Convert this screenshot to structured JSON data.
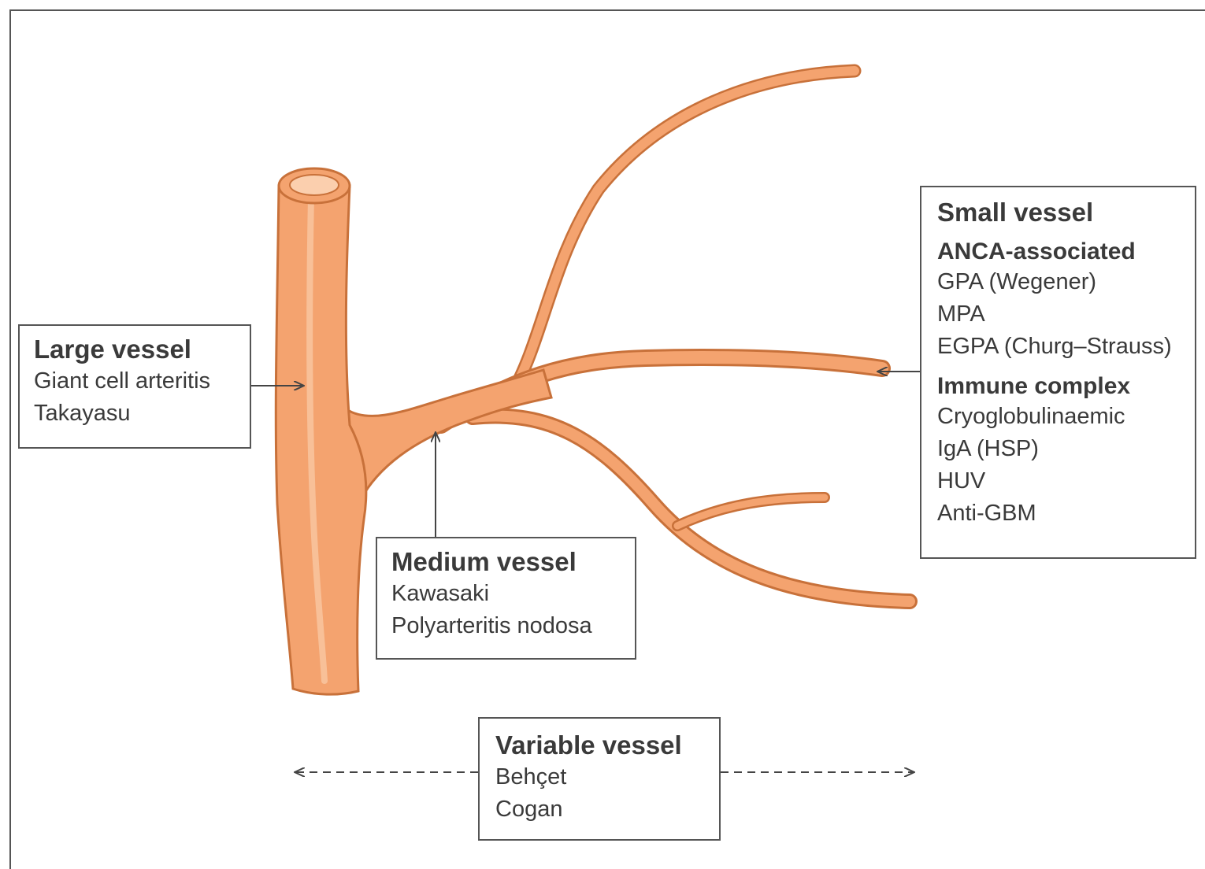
{
  "categories": {
    "large": {
      "title": "Large vessel",
      "items": [
        "Giant cell arteritis",
        "Takayasu"
      ]
    },
    "medium": {
      "title": "Medium vessel",
      "items": [
        "Kawasaki",
        "Polyarteritis nodosa"
      ]
    },
    "small": {
      "title": "Small vessel",
      "groups": [
        {
          "name": "ANCA-associated",
          "items": [
            "GPA (Wegener)",
            "MPA",
            "EGPA (Churg–Strauss)"
          ]
        },
        {
          "name": "Immune complex",
          "items": [
            "Cryoglobulinaemic",
            "IgA (HSP)",
            "HUV",
            "Anti-GBM"
          ]
        }
      ]
    },
    "variable": {
      "title": "Variable vessel",
      "items": [
        "Behçet",
        "Cogan"
      ]
    }
  },
  "colors": {
    "vessel_fill": "#f4a36f",
    "vessel_outline": "#c8713a",
    "vessel_highlight": "#f9c7a3",
    "lumen": "#fbcfae",
    "box_border": "#555555",
    "text": "#3a3a3a"
  }
}
